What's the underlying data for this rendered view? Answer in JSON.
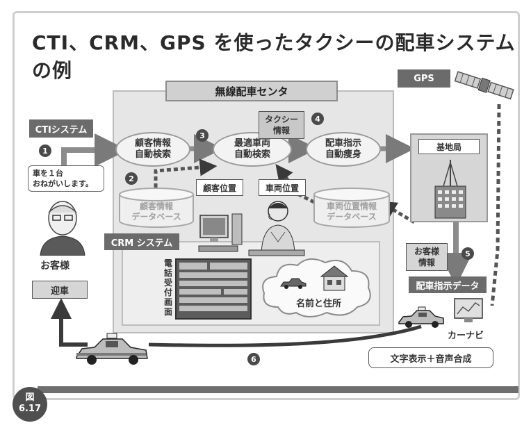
{
  "title": "CTI、CRM、GPS を使ったタクシーの配車システムの例",
  "center_title": "無線配車センタ",
  "gps_label": "GPS",
  "cti_label": "CTIシステム",
  "crm_label": "CRM システム",
  "base_station": "基地局",
  "ovals": [
    {
      "line1": "顧客情報",
      "line2": "自動検索"
    },
    {
      "line1": "最適車両",
      "line2": "自動検索"
    },
    {
      "line1": "配車指示",
      "line2": "自動痩身"
    }
  ],
  "taxi_info": {
    "line1": "タクシー",
    "line2": "情報"
  },
  "customer_position": "顧客位置",
  "vehicle_position": "車両位置",
  "db_customer": {
    "line1": "顧客情報",
    "line2": "データベース"
  },
  "db_vehicle": {
    "line1": "車両位置情報",
    "line2": "データベース"
  },
  "bubble_request": {
    "line1": "車を１台",
    "line2": "おねがいします。"
  },
  "customer": "お客様",
  "pickup": "迎車",
  "customer_info": {
    "line1": "お客様",
    "line2": "情報"
  },
  "dispatch_data": "配車指示データ",
  "car_navi": "カーナビ",
  "text_voice": "文字表示＋音声合成",
  "phone_screen": "電話受付画面",
  "name_address": "名前と住所",
  "numbers": [
    "1",
    "2",
    "3",
    "4",
    "5",
    "6"
  ],
  "figure": {
    "line1": "図",
    "line2": "6.17"
  }
}
